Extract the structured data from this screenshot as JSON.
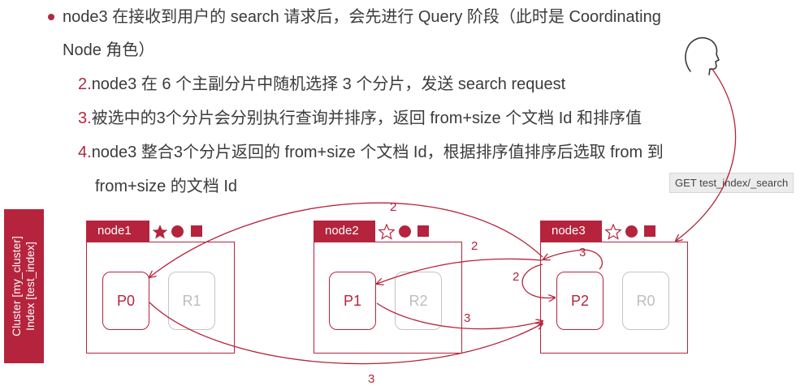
{
  "bullet_text": {
    "line1": "node3 在接收到用户的 search 请求后，会先进行 Query 阶段（此时是 Coordinating",
    "line2": "Node 角色）"
  },
  "steps": [
    {
      "num": "2.",
      "text": "node3 在 6 个主副分片中随机选择 3 个分片，发送 search request"
    },
    {
      "num": "3.",
      "text": "被选中的3个分片会分别执行查询并排序，返回 from+size 个文档 Id 和排序值"
    },
    {
      "num": "4.",
      "text": "node3 整合3个分片返回的 from+size 个文档 Id，根据排序值排序后选取 from 到"
    },
    {
      "num": "",
      "text": "from+size 的文档 Id"
    }
  ],
  "request_label": "GET test_index/_search",
  "cluster": {
    "line1": "Cluster [my_cluster]",
    "line2": "Index [test_index]"
  },
  "nodes": [
    {
      "name": "node1",
      "master": "filled-star",
      "shards": [
        {
          "label": "P0",
          "kind": "primary"
        },
        {
          "label": "R1",
          "kind": "replica"
        }
      ]
    },
    {
      "name": "node2",
      "master": "outline-star",
      "shards": [
        {
          "label": "P1",
          "kind": "primary"
        },
        {
          "label": "R2",
          "kind": "replica"
        }
      ]
    },
    {
      "name": "node3",
      "master": "outline-star",
      "shards": [
        {
          "label": "P2",
          "kind": "primary"
        },
        {
          "label": "R0",
          "kind": "replica"
        }
      ]
    }
  ],
  "arrow_labels": {
    "to_p0": "2",
    "to_p1": "2",
    "to_p2": "2",
    "from_p0": "3",
    "from_p1": "3",
    "from_p2": "3"
  },
  "colors": {
    "accent": "#b5243c",
    "replica": "#c4c4c4",
    "text": "#3b3b3b"
  },
  "icons": [
    "person-head-icon",
    "star-icon",
    "circle-icon",
    "square-icon"
  ]
}
